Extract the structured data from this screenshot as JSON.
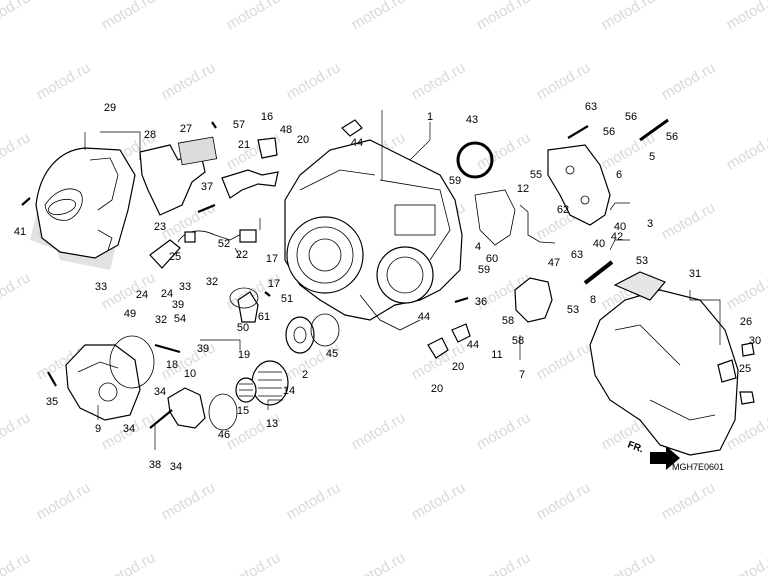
{
  "watermark": "motod.ru",
  "diagram_code": "MGH7E0601",
  "direction_label": "FR.",
  "callouts": [
    "1",
    "2",
    "3",
    "4",
    "5",
    "6",
    "7",
    "8",
    "9",
    "10",
    "11",
    "12",
    "13",
    "14",
    "15",
    "16",
    "17",
    "18",
    "19",
    "20",
    "21",
    "22",
    "23",
    "24",
    "25",
    "26",
    "27",
    "28",
    "29",
    "30",
    "31",
    "32",
    "33",
    "34",
    "35",
    "36",
    "37",
    "38",
    "39",
    "40",
    "41",
    "42",
    "43",
    "44",
    "45",
    "46",
    "47",
    "48",
    "49",
    "50",
    "51",
    "52",
    "53",
    "54",
    "55",
    "56",
    "57",
    "58",
    "59",
    "60",
    "61",
    "62",
    "63"
  ]
}
